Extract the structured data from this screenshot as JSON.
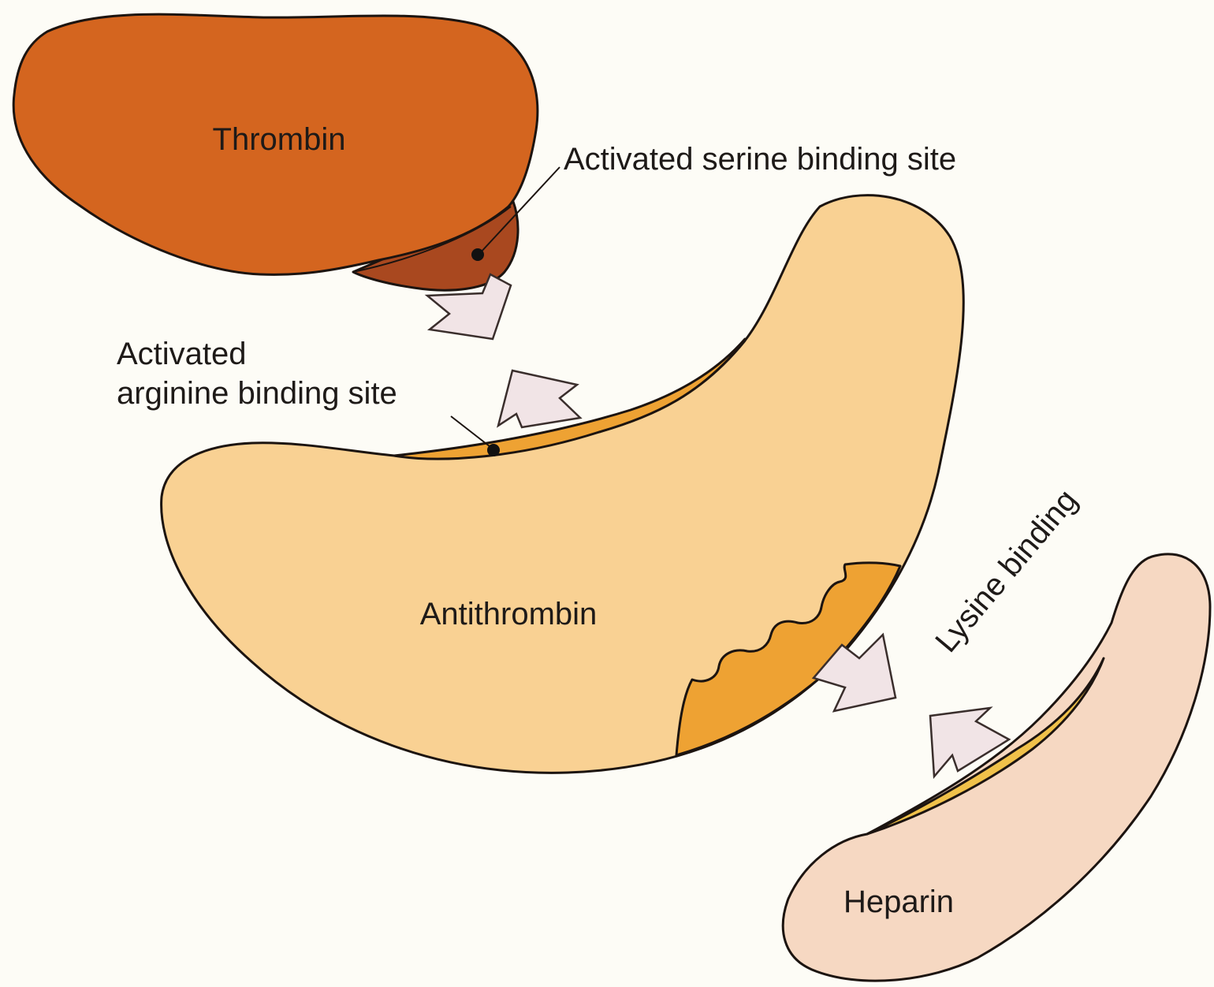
{
  "diagram": {
    "molecules": {
      "thrombin": {
        "label": "Thrombin",
        "color": "#d4651f",
        "site_color": "#a9481f"
      },
      "antithrombin": {
        "label": "Antithrombin",
        "color": "#f9d193",
        "site_color": "#eea233"
      },
      "heparin": {
        "label": "Heparin",
        "color": "#f6d8c2",
        "site_color": "#f0c14a"
      }
    },
    "annotations": {
      "serine_site": "Activated serine binding site",
      "arginine_site_line1": "Activated",
      "arginine_site_line2": "arginine binding site",
      "lysine_binding": "Lysine binding"
    },
    "colors": {
      "background": "#fdfcf6",
      "arrow_fill": "#f1e4e6",
      "outline": "#1c1410"
    }
  }
}
